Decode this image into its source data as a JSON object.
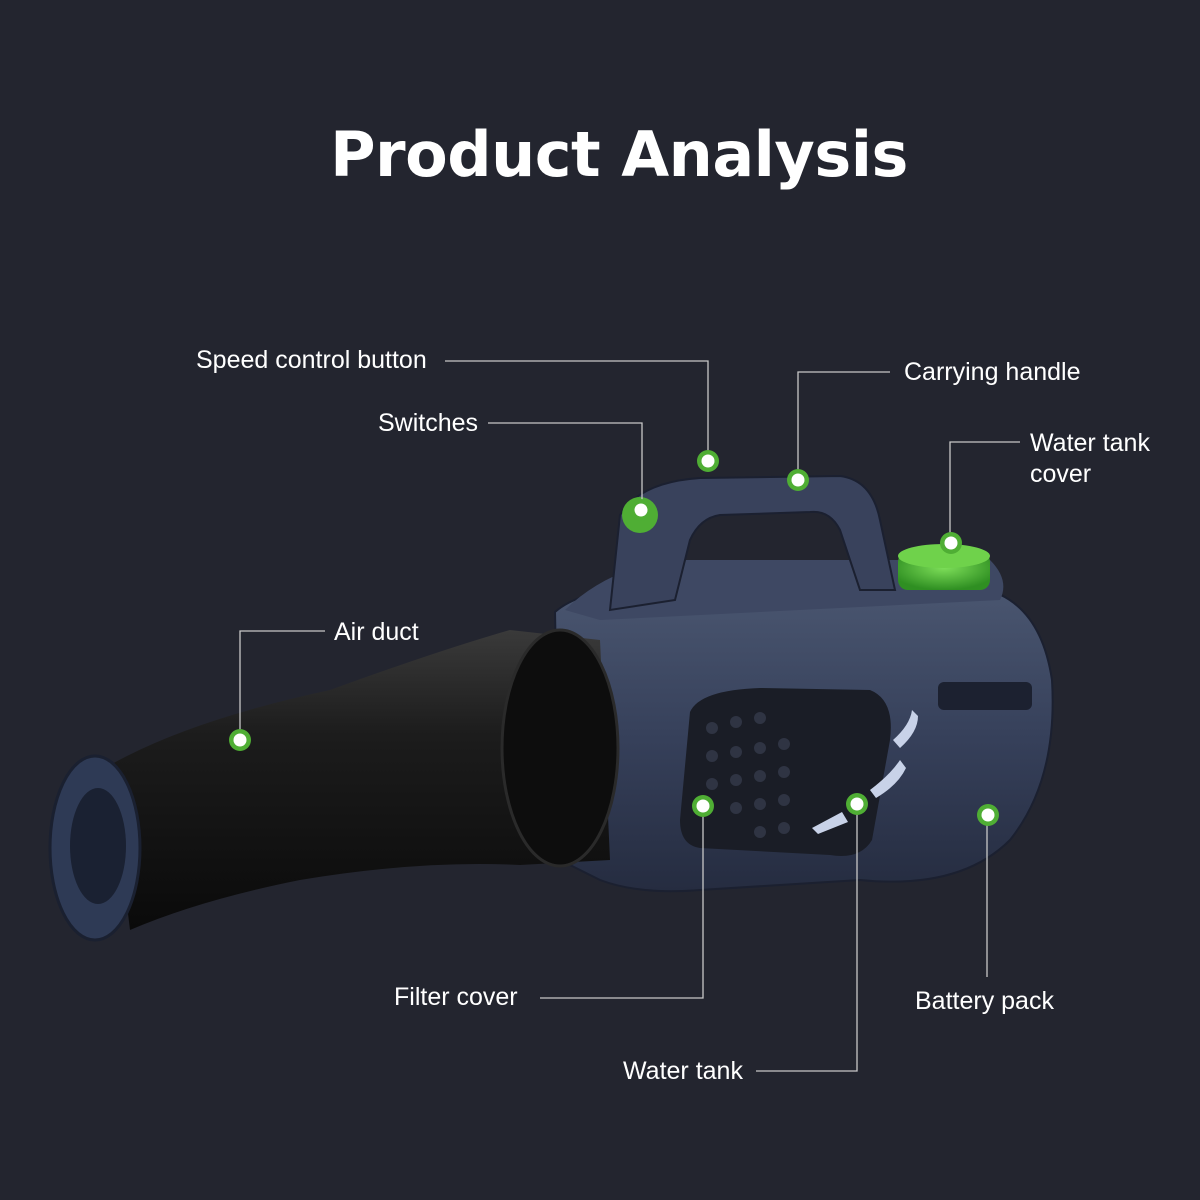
{
  "title": "Product Analysis",
  "accent_color": "#55b93f",
  "labels": {
    "speed_control_button": "Speed control button",
    "carrying_handle": "Carrying handle",
    "switches": "Switches",
    "water_tank_cover_line1": "Water tank",
    "water_tank_cover_line2": "cover",
    "air_duct": "Air duct",
    "filter_cover": "Filter cover",
    "battery_pack": "Battery pack",
    "water_tank": "Water tank"
  }
}
